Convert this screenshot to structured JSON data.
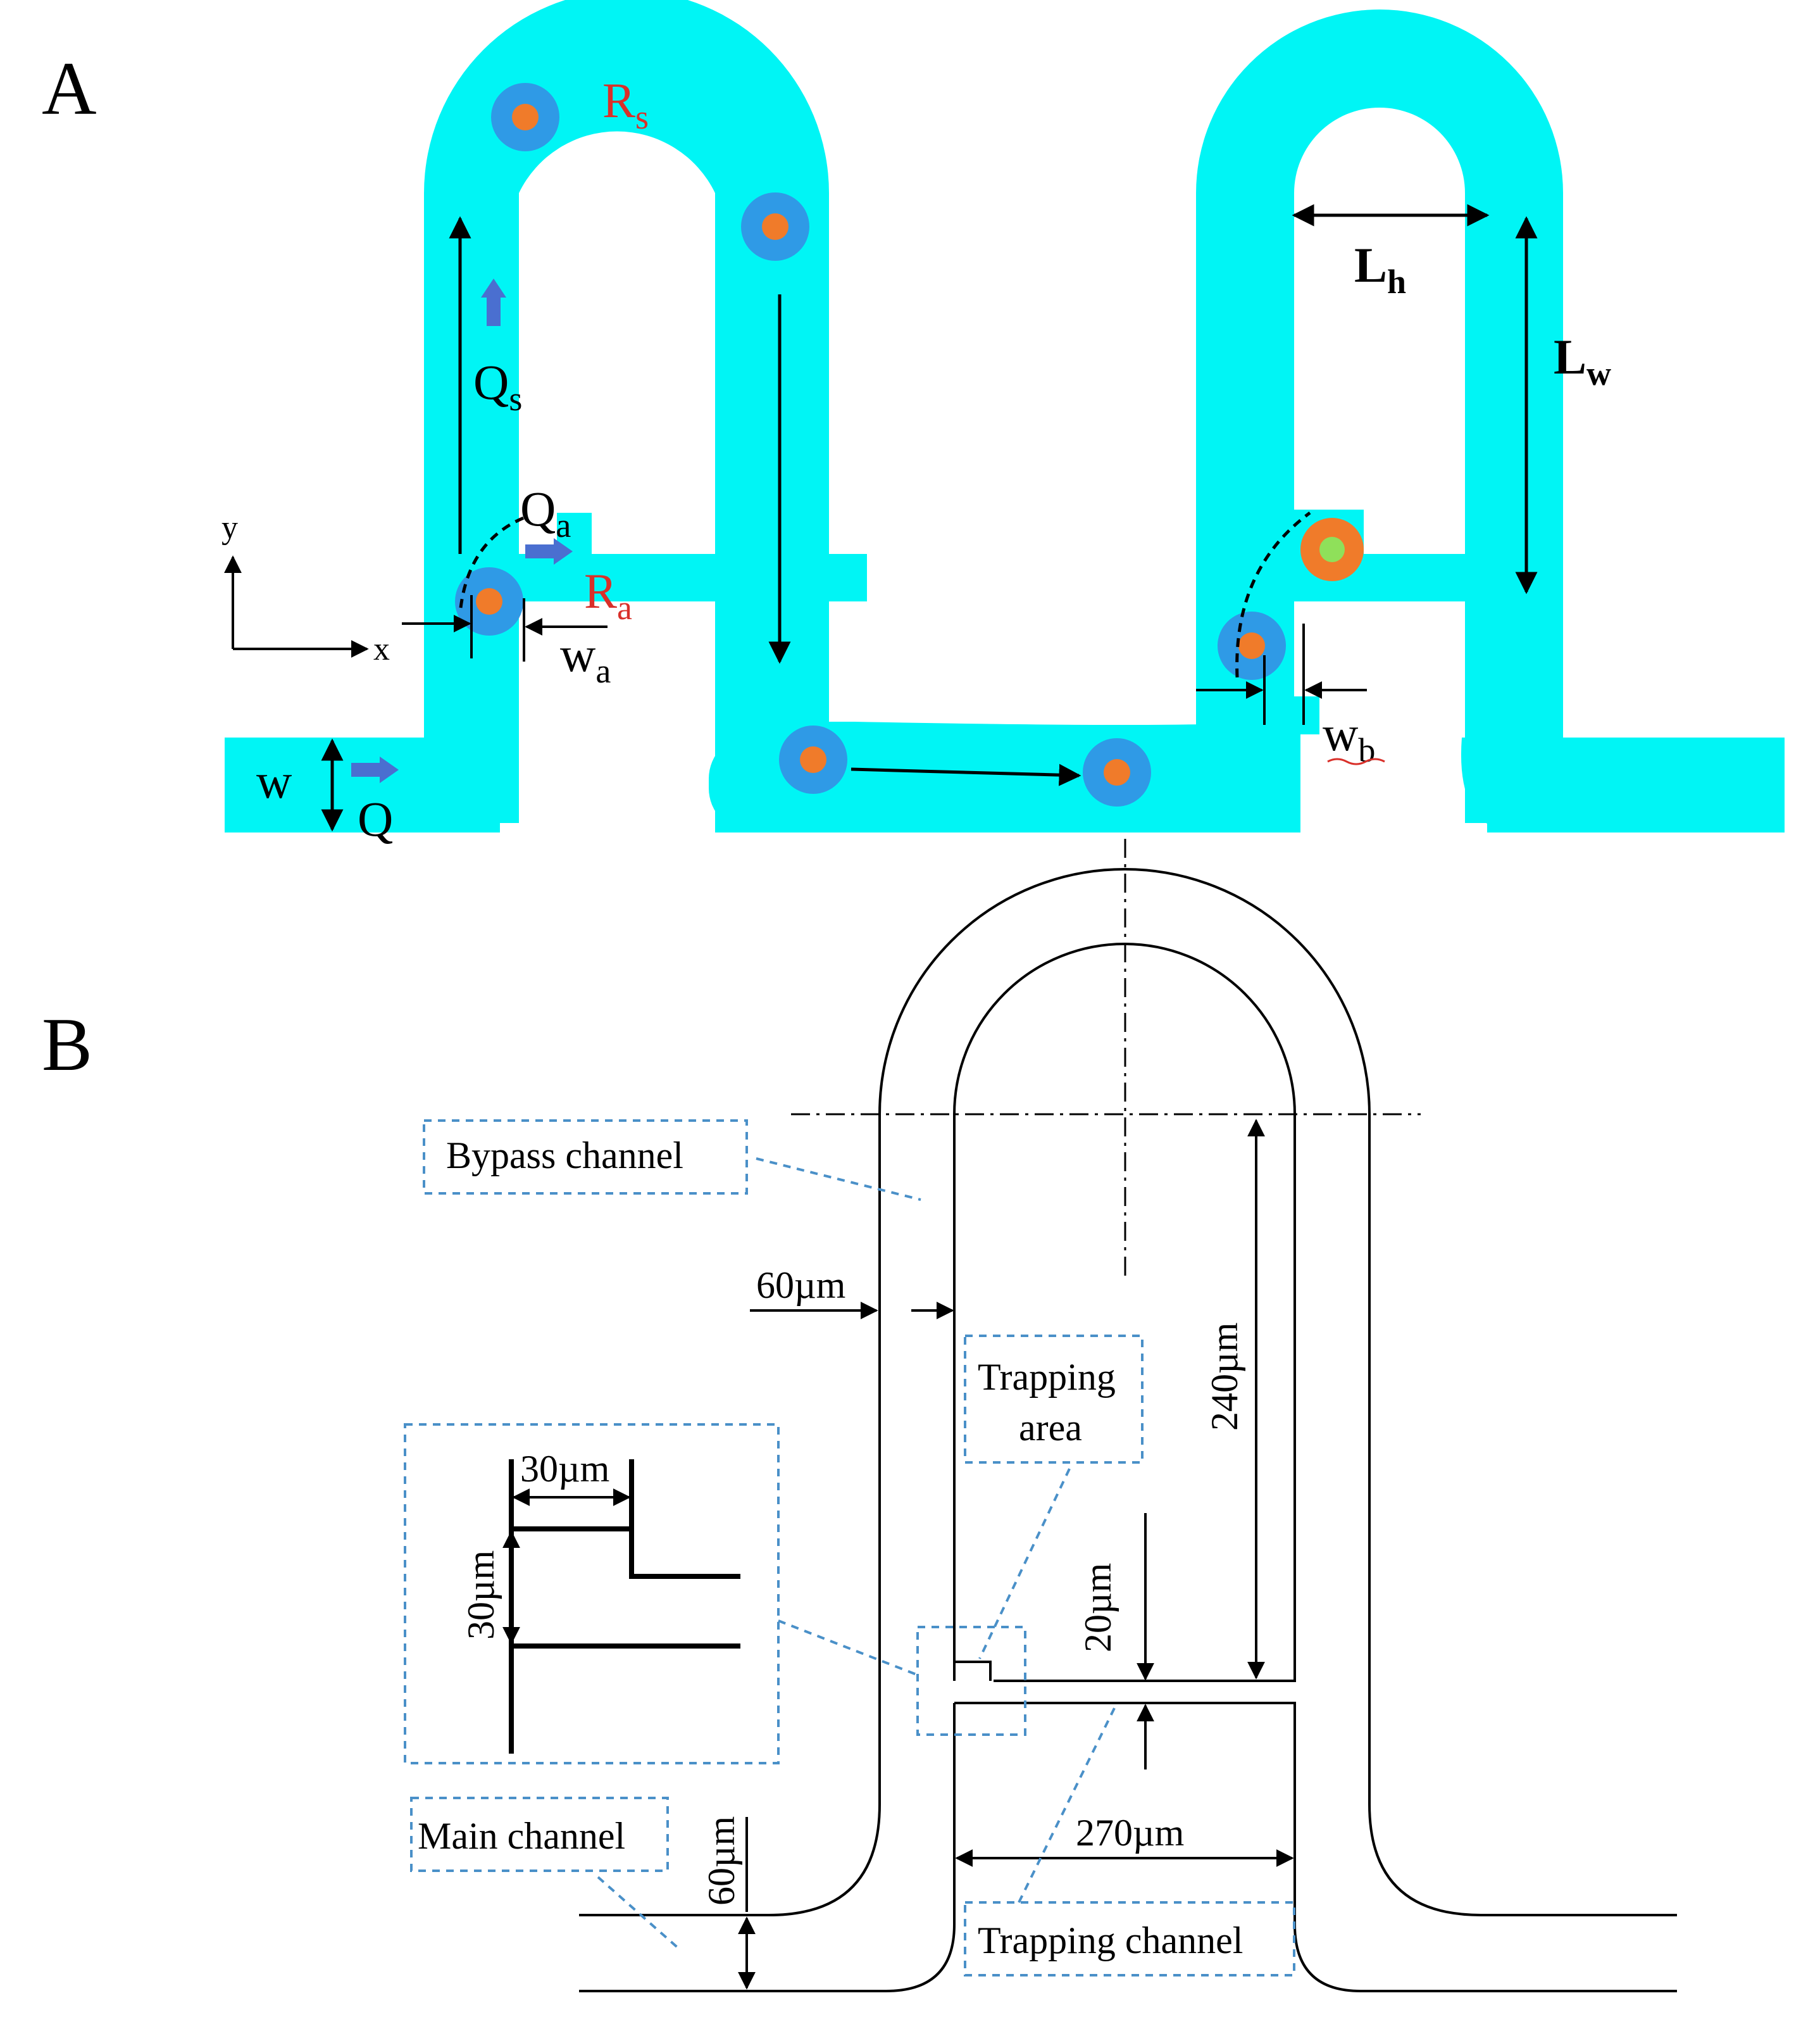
{
  "panel_a": {
    "letter": "A",
    "labels": {
      "Rs": {
        "main": "R",
        "sub": "s"
      },
      "Ra": {
        "main": "R",
        "sub": "a"
      },
      "Qs": {
        "main": "Q",
        "sub": "s"
      },
      "Qa": {
        "main": "Q",
        "sub": "a"
      },
      "Q": "Q",
      "w": "w",
      "wa": {
        "main": "w",
        "sub": "a"
      },
      "wb": {
        "main": "w",
        "sub": "b"
      },
      "Lh": {
        "main": "L",
        "sub": "h"
      },
      "Lw": {
        "main": "L",
        "sub": "w"
      },
      "axis_y": "y",
      "axis_x": "x"
    },
    "colors": {
      "channel": "#00f5f5",
      "particle_ring": "#2f9ae6",
      "particle_core": "#f07b2a",
      "trapped_ring": "#f07b2a",
      "trapped_core": "#8fe05a",
      "flow_arrow": "#4a6fd0",
      "red_label": "#d9302a"
    }
  },
  "panel_b": {
    "letter": "B",
    "callouts": {
      "bypass": "Bypass channel",
      "trapping_area_1": "Trapping",
      "trapping_area_2": "area",
      "main": "Main channel",
      "trapping_channel": "Trapping channel"
    },
    "dims": {
      "bypass_width": "60µm",
      "height": "240µm",
      "trap_width": "20µm",
      "trap_length": "270µm",
      "main_width": "60µm",
      "inset_w": "30µm",
      "inset_h": "30µm"
    },
    "callout_border_color": "#4a90c8"
  }
}
